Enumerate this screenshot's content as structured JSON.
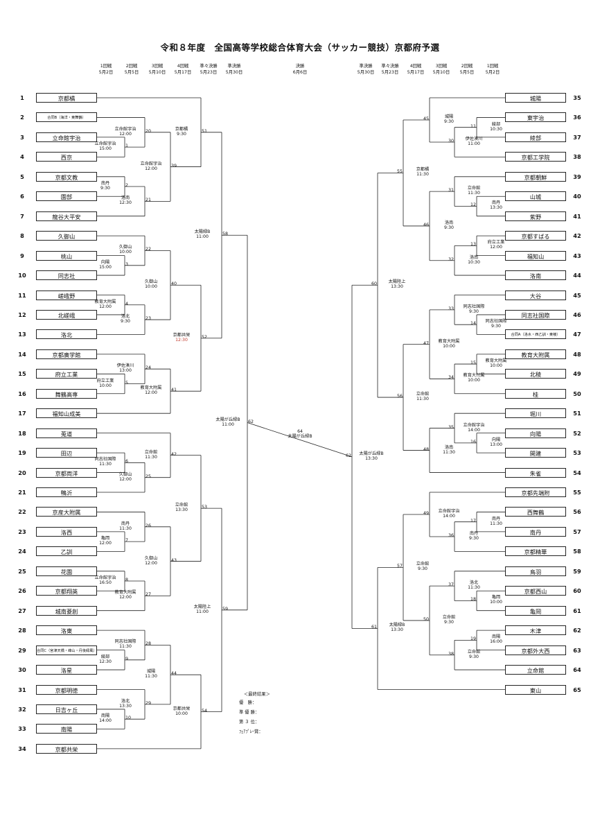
{
  "title": "令和８年度　全国高等学校総合体育大会（サッカー競技）京都府予選",
  "rounds_left": [
    {
      "name": "1回戦",
      "date": "5月2日"
    },
    {
      "name": "2回戦",
      "date": "5月5日"
    },
    {
      "name": "3回戦",
      "date": "5月10日"
    },
    {
      "name": "4回戦",
      "date": "5月17日"
    },
    {
      "name": "準々決勝",
      "date": "5月23日"
    },
    {
      "name": "準決勝",
      "date": "5月30日"
    }
  ],
  "final_header": {
    "name": "決勝",
    "date": "6月6日"
  },
  "rounds_right": [
    {
      "name": "準決勝",
      "date": "5月30日"
    },
    {
      "name": "準々決勝",
      "date": "5月23日"
    },
    {
      "name": "4回戦",
      "date": "5月17日"
    },
    {
      "name": "3回戦",
      "date": "5月10日"
    },
    {
      "name": "2回戦",
      "date": "5月5日"
    },
    {
      "name": "1回戦",
      "date": "5月2日"
    }
  ],
  "left_teams": [
    "京都橘",
    "合同B（海洋・東舞鶴）",
    "立命館宇治",
    "西京",
    "京都文教",
    "園部",
    "龍谷大平安",
    "久御山",
    "桃山",
    "同志社",
    "嵯峨野",
    "北嵯峨",
    "洛北",
    "京都廣学館",
    "府立工業",
    "舞鶴高専",
    "福知山成美",
    "莵道",
    "田辺",
    "京都両洋",
    "鴨沂",
    "京産大附属",
    "洛西",
    "乙訓",
    "花園",
    "京都翔英",
    "城南菱創",
    "洛東",
    "合同C（宮津天橋・峰山・丹後緑風）",
    "洛星",
    "京都明徳",
    "日吉ヶ丘",
    "南陽",
    "京都共栄"
  ],
  "right_teams": [
    "城陽",
    "東宇治",
    "綾部",
    "京都工学院",
    "京都朝鮮",
    "山城",
    "紫野",
    "京都すばる",
    "福知山",
    "洛南",
    "大谷",
    "同志社国際",
    "合同A（洛水・西乙訓・東稜）",
    "教育大附属",
    "北稜",
    "桂",
    "堀川",
    "向陽",
    "開建",
    "朱雀",
    "京都先端附",
    "西舞鶴",
    "南丹",
    "京都精華",
    "鳥羽",
    "京都西山",
    "亀岡",
    "木津",
    "京都外大西",
    "立命館",
    "東山"
  ],
  "results_heading": "＜最終結果＞",
  "results": [
    "優　勝：",
    "準 優 勝：",
    "第 ３ 位：",
    "ﾌｪｱﾌﾟﾚｰ賞："
  ],
  "matches": [
    {
      "n": "1",
      "w": "立命館宇治",
      "t": "15:00"
    },
    {
      "n": "2",
      "w": "南丹",
      "t": "9:30"
    },
    {
      "n": "3",
      "w": "向陽",
      "t": "15:00"
    },
    {
      "n": "4",
      "w": "教育大附属",
      "t": "12:00"
    },
    {
      "n": "5",
      "w": "府立工業",
      "t": "10:00"
    },
    {
      "n": "6",
      "w": "同志社国際",
      "t": "11:30"
    },
    {
      "n": "7",
      "w": "亀岡",
      "t": "12:00"
    },
    {
      "n": "8",
      "w": "立命館宇治",
      "t": "16:50"
    },
    {
      "n": "9",
      "w": "綾部",
      "t": "12:30"
    },
    {
      "n": "10",
      "w": "南陽",
      "t": "14:00"
    },
    {
      "n": "11",
      "w": "綾部",
      "t": "10:30"
    },
    {
      "n": "12",
      "w": "南丹",
      "t": "13:30"
    },
    {
      "n": "13",
      "w": "府立工業",
      "t": "12:00"
    },
    {
      "n": "14",
      "w": "同志社国際",
      "t": "9:30"
    },
    {
      "n": "15",
      "w": "教育大附属",
      "t": "10:00"
    },
    {
      "n": "16",
      "w": "向陽",
      "t": "13:00"
    },
    {
      "n": "17",
      "w": "南丹",
      "t": "11:30"
    },
    {
      "n": "18",
      "w": "亀岡",
      "t": "10:00"
    },
    {
      "n": "19",
      "w": "南陽",
      "t": "16:00"
    },
    {
      "n": "20",
      "w": "立命館宇治",
      "t": "12:00"
    },
    {
      "n": "21",
      "w": "洛南",
      "t": "12:30"
    },
    {
      "n": "22",
      "w": "久御山",
      "t": "10:00"
    },
    {
      "n": "23",
      "w": "洛北",
      "t": "9:30"
    },
    {
      "n": "24",
      "w": "伊佐湊川",
      "t": "13:00"
    },
    {
      "n": "25",
      "w": "久御山",
      "t": "12:00"
    },
    {
      "n": "26",
      "w": "南丹",
      "t": "11:30"
    },
    {
      "n": "27",
      "w": "教育大附属",
      "t": "12:00"
    },
    {
      "n": "28",
      "w": "同志社国際",
      "t": "11:30"
    },
    {
      "n": "29",
      "w": "洛北",
      "t": "13:30"
    },
    {
      "n": "30",
      "w": "伊佐湊川",
      "t": "11:00"
    },
    {
      "n": "31",
      "w": "立命館",
      "t": "11:30"
    },
    {
      "n": "32",
      "w": "洛南",
      "t": "10:30"
    },
    {
      "n": "33",
      "w": "同志社国際",
      "t": "9:30"
    },
    {
      "n": "34",
      "w": "教育大付属",
      "t": "10:00"
    },
    {
      "n": "35",
      "w": "立命館宇治",
      "t": "14:00"
    },
    {
      "n": "36",
      "w": "南丹",
      "t": "9:30"
    },
    {
      "n": "37",
      "w": "洛北",
      "t": "11:30"
    },
    {
      "n": "38",
      "w": "立命館",
      "t": "9:30"
    },
    {
      "n": "39",
      "w": "立命館宇治",
      "t": "12:00"
    },
    {
      "n": "40",
      "w": "久御山",
      "t": "10:00"
    },
    {
      "n": "41",
      "w": "教育大附属",
      "t": "12:00"
    },
    {
      "n": "42",
      "w": "立命館",
      "t": "11:30"
    },
    {
      "n": "43",
      "w": "久御山",
      "t": "12:00"
    },
    {
      "n": "44",
      "w": "城陽",
      "t": "11:30"
    },
    {
      "n": "45",
      "w": "城陽",
      "t": "9:30"
    },
    {
      "n": "46",
      "w": "洛南",
      "t": "9:30"
    },
    {
      "n": "47",
      "w": "教育大附属",
      "t": "10:00"
    },
    {
      "n": "48",
      "w": "洛南",
      "t": "11:30"
    },
    {
      "n": "49",
      "w": "立命館宇治",
      "t": "14:00"
    },
    {
      "n": "50",
      "w": "立命館",
      "t": "9:30"
    },
    {
      "n": "51",
      "w": "京都橘",
      "t": "9:30"
    },
    {
      "n": "52",
      "w": "京都共栄",
      "t": "12:30",
      "red": true
    },
    {
      "n": "53",
      "w": "立命館",
      "t": "13:30"
    },
    {
      "n": "54",
      "w": "京都共栄",
      "t": "10:00"
    },
    {
      "n": "55",
      "w": "京都橘",
      "t": "11:30"
    },
    {
      "n": "56",
      "w": "立命館",
      "t": "11:30"
    },
    {
      "n": "57",
      "w": "立命館",
      "t": "9:30"
    },
    {
      "n": "58",
      "w": "太陽緑B",
      "t": "11:00"
    },
    {
      "n": "59",
      "w": "太陽陸上",
      "t": "11:00"
    },
    {
      "n": "60",
      "w": "太陽陸上",
      "t": "13:30"
    },
    {
      "n": "61",
      "w": "太陽緑B",
      "t": "13:30"
    },
    {
      "n": "62",
      "w": "太陽が丘緑B",
      "t": "11:00"
    },
    {
      "n": "63",
      "w": "太陽が丘緑B",
      "t": "13:30"
    },
    {
      "n": "64",
      "w": "太陽が丘緑B",
      "t": ""
    }
  ],
  "final_number_right": "62"
}
